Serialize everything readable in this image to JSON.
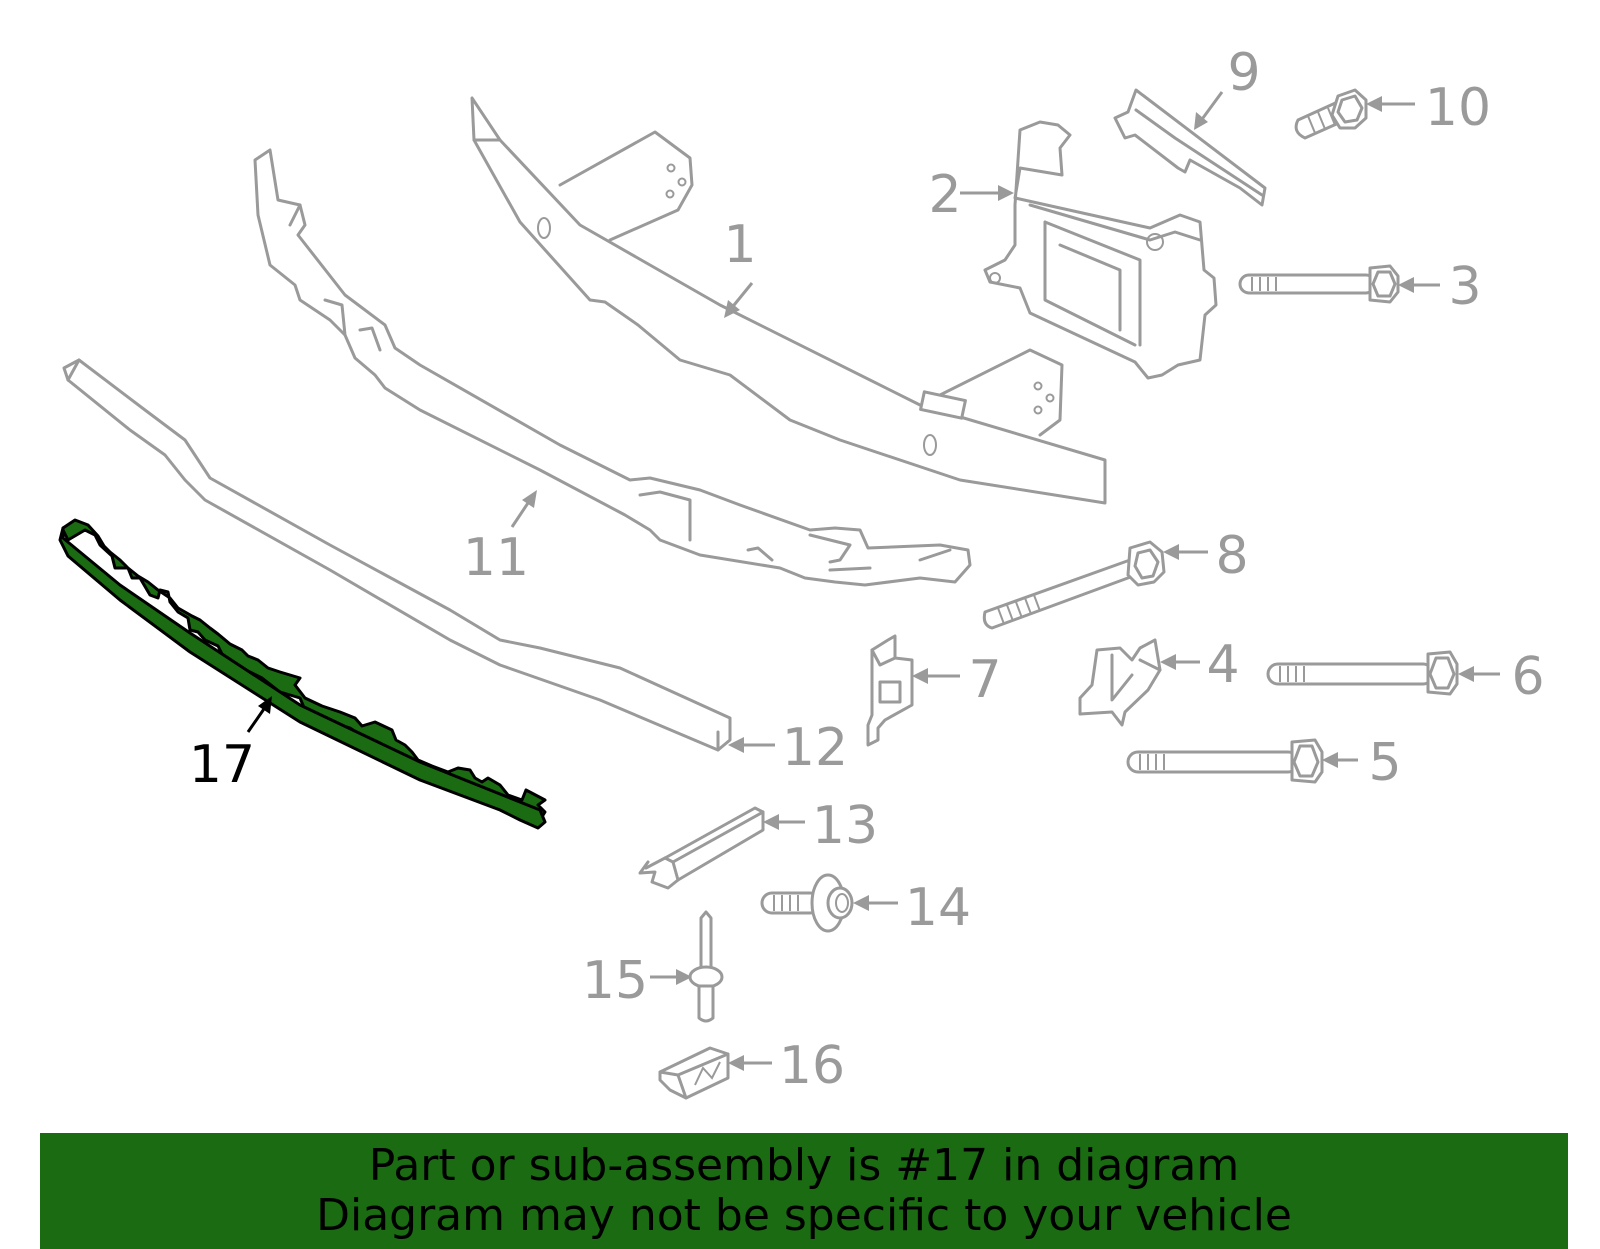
{
  "callouts": {
    "c1": "1",
    "c2": "2",
    "c3": "3",
    "c4": "4",
    "c5": "5",
    "c6": "6",
    "c7": "7",
    "c8": "8",
    "c9": "9",
    "c10": "10",
    "c11": "11",
    "c12": "12",
    "c13": "13",
    "c14": "14",
    "c15": "15",
    "c16": "16",
    "c17": "17"
  },
  "highlighted_part": "17",
  "colors": {
    "highlight": "#1a6b12",
    "line_art": "#9a9a9a",
    "banner": "#1a6b12"
  },
  "banner": {
    "line1": "Part or sub-assembly is #17 in diagram",
    "line2": "Diagram may not be specific to your vehicle"
  }
}
